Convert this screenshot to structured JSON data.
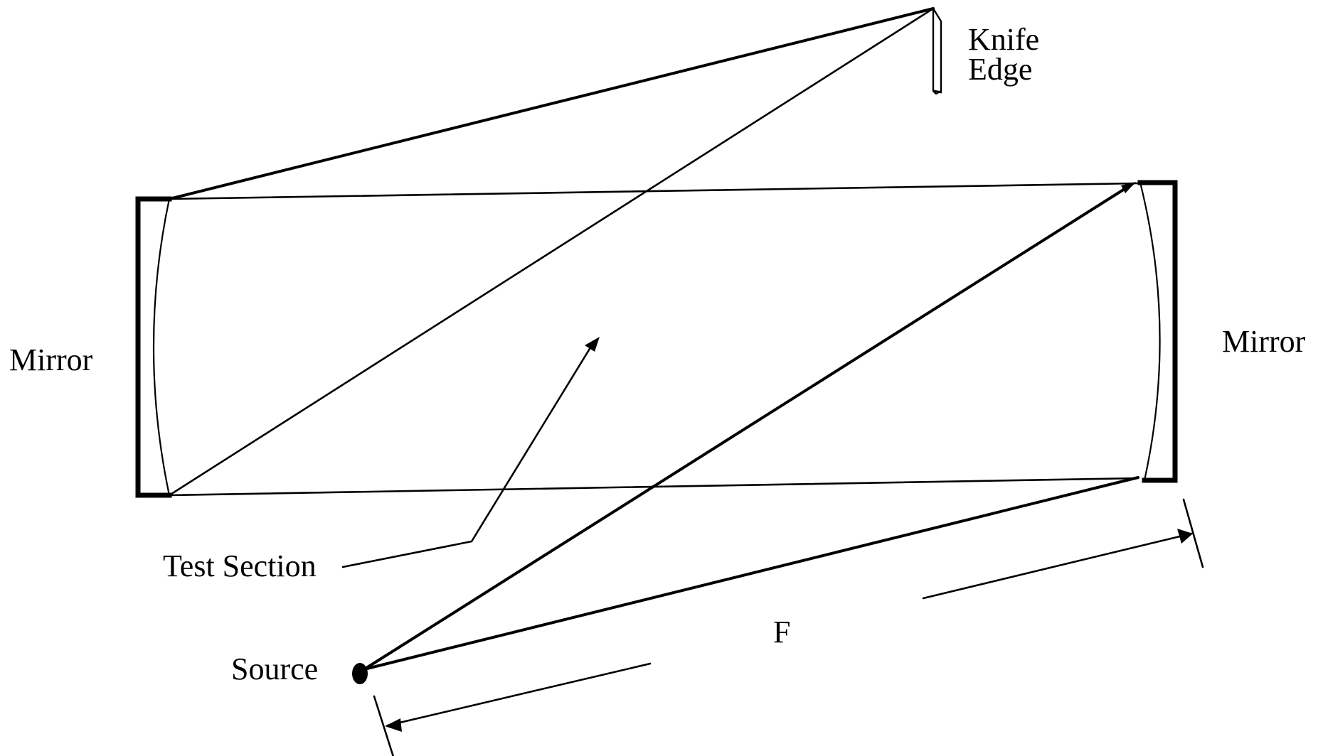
{
  "labels": {
    "knife_edge_line1": "Knife",
    "knife_edge_line2": "Edge",
    "mirror_left": "Mirror",
    "mirror_right": "Mirror",
    "test_section": "Test Section",
    "source": "Source",
    "focal_length": "F"
  },
  "colors": {
    "background": "#ffffff",
    "ink": "#000000"
  }
}
